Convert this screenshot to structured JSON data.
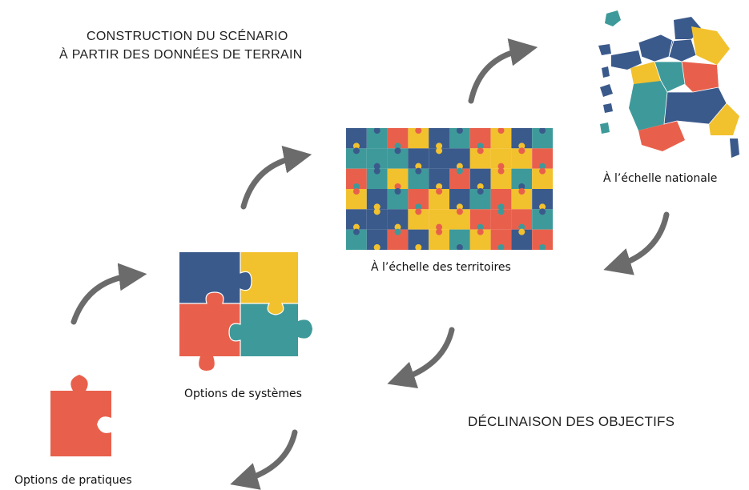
{
  "title": {
    "line1": "CONSTRUCTION DU SCÉNARIO",
    "line2": "À PARTIR DES DONNÉES DE TERRAIN"
  },
  "objectives": "DÉCLINAISON DES OBJECTIFS",
  "captions": {
    "national": "À l’échelle nationale",
    "territories": "À l’échelle des territoires",
    "systems": "Options de systèmes",
    "practices": "Options de pratiques"
  },
  "colors": {
    "blue": "#3B5A8C",
    "yellow": "#F2C12E",
    "red": "#E8604C",
    "teal": "#3E9A9A",
    "arrow": "#6B6B6B"
  }
}
